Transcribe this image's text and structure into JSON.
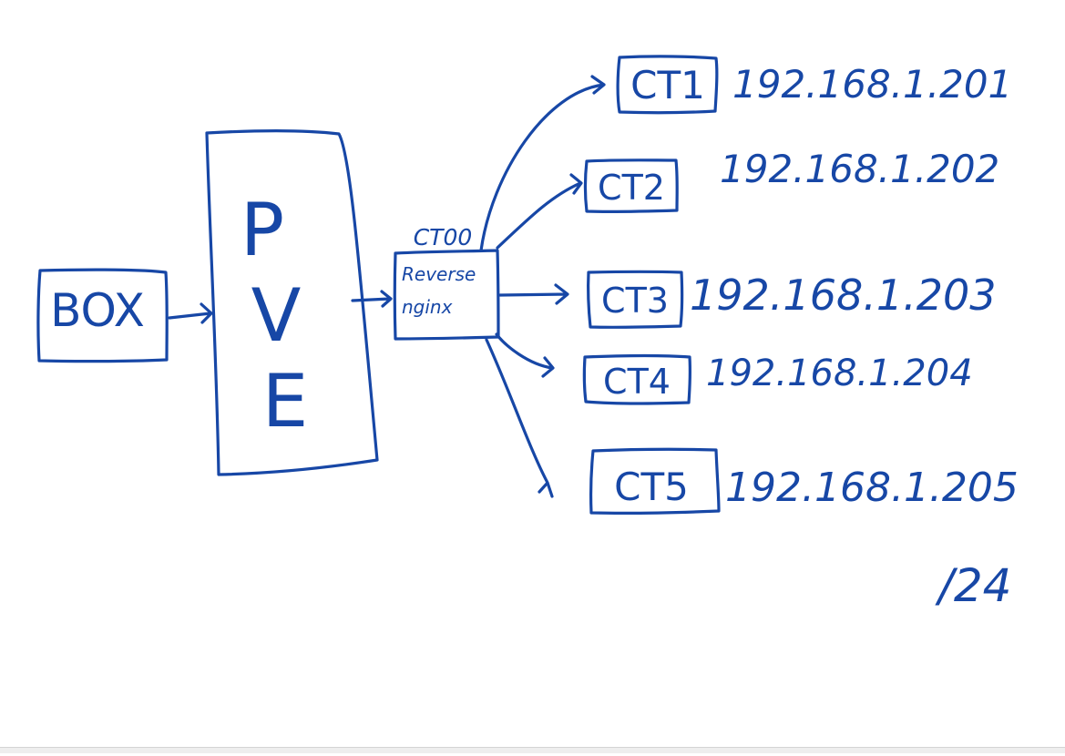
{
  "diagram": {
    "box_label": "BOX",
    "pve_letters": [
      "P",
      "V",
      "E"
    ],
    "proxy_title": "CT00",
    "proxy_text": [
      "Reverse",
      "nginx"
    ],
    "containers": [
      {
        "label": "CT1",
        "ip": "192.168.1.201"
      },
      {
        "label": "CT2",
        "ip": "192.168.1.202"
      },
      {
        "label": "CT3",
        "ip": "192.168.1.203"
      },
      {
        "label": "CT4",
        "ip": "192.168.1.204"
      },
      {
        "label": "CT5",
        "ip": "192.168.1.205"
      }
    ],
    "subnet": "/24"
  },
  "colors": {
    "ink": "#1747a6",
    "paper": "#ffffff"
  }
}
